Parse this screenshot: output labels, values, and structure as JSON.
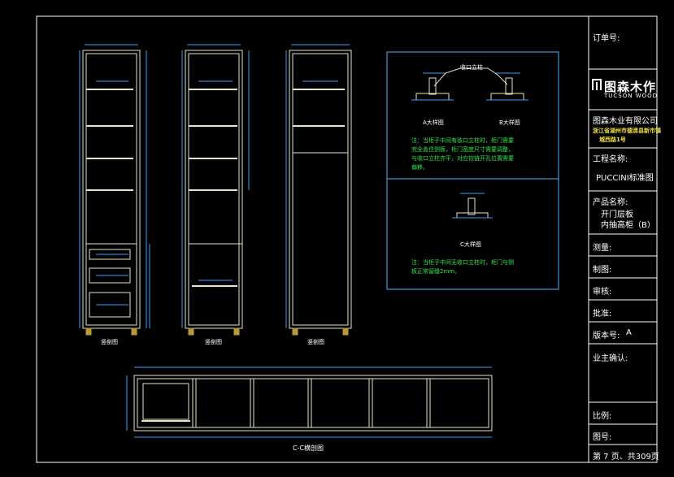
{
  "title_block": {
    "order_no_label": "订单号:",
    "logo_cn": "图森木作",
    "logo_en": "TUCSON WOOD",
    "company": "图森木业有限公司",
    "address_line1": "浙江省湖州市德清县新市镇",
    "address_line2": "城西路1号",
    "project_label": "工程名称:",
    "project_value": "PUCCINI标准图",
    "product_label": "产品名称:",
    "product_line1": "开门层板",
    "product_line2": "内抽高柜（B）",
    "survey_label": "测量:",
    "drawing_label": "制图:",
    "review_label": "审核:",
    "approve_label": "批准:",
    "version_label": "版本号:",
    "version_value": "A",
    "owner_label": "业主确认:",
    "scale_label": "比例:",
    "drawing_no_label": "图号:",
    "page_text": "第 7 页、共309页"
  },
  "section_views": {
    "view1_caption": "竖剖图",
    "view2_caption": "竖剖图",
    "view3_caption": "竖剖图",
    "bottom_caption": "C-C横剖图"
  },
  "detail_panel": {
    "callout": "收口立柱",
    "a_caption": "A大样图",
    "b_caption": "B大样图",
    "c_caption": "C大样图",
    "note1_line1": "注：当柜子中间有收口立柱时，柜门需要",
    "note1_line2": "完全盖住侧板，柜门宽度尺寸需要调整，",
    "note1_line3": "与收口立柱齐平，对应铰链开孔位置需要",
    "note1_line4": "偏移。",
    "note2_line1": "注：当柜子中间无收口立柱时，柜门与侧",
    "note2_line2": "板正常留缝2mm。"
  },
  "colors": {
    "frame": "#ffffff",
    "cabinet_line": "#e6e6c8",
    "dimension": "#3aa0ff",
    "note_text": "#2ee84a",
    "accent_yellow": "#f0e040",
    "panel_border": "#4ab4ff"
  }
}
